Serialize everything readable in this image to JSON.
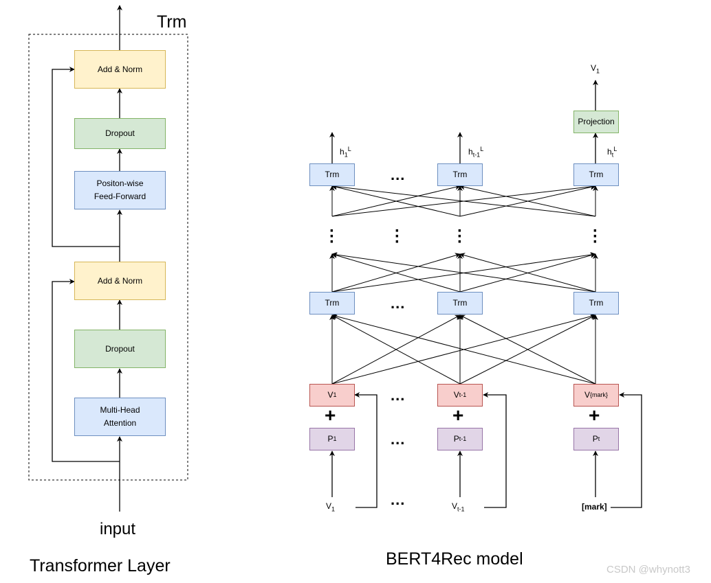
{
  "left": {
    "trm_label": "Trm",
    "title": "Transformer Layer",
    "input_label": "input",
    "boxes": {
      "add_norm_top": "Add & Norm",
      "dropout_top": "Dropout",
      "ffn_line1": "Positon-wise",
      "ffn_line2": "Feed-Forward",
      "add_norm_bottom": "Add & Norm",
      "dropout_bottom": "Dropout",
      "mha_line1": "Multi-Head",
      "mha_line2": "Attention"
    }
  },
  "right": {
    "title": "BERT4Rec model",
    "output_label": {
      "base": "V",
      "sub": "1"
    },
    "projection": "Projection",
    "trm": "Trm",
    "h_labels": [
      {
        "base": "h",
        "sub": "1",
        "sup": "L"
      },
      {
        "base": "h",
        "sub": "t-1",
        "sup": "L"
      },
      {
        "base": "h",
        "sub": "t",
        "sup": "L"
      }
    ],
    "emb_boxes": [
      {
        "base": "V",
        "sub": "1"
      },
      {
        "base": "V",
        "sub": "t-1"
      },
      {
        "base": "V",
        "sub": "{mark}"
      }
    ],
    "pos_boxes": [
      {
        "base": "P",
        "sub": "1"
      },
      {
        "base": "P",
        "sub": "t-1"
      },
      {
        "base": "P",
        "sub": "t"
      }
    ],
    "inputs": [
      {
        "base": "V",
        "sub": "1"
      },
      {
        "base": "V",
        "sub": "t-1"
      },
      {
        "text": "[mark]"
      }
    ],
    "ellipsis": "...",
    "plus": "+"
  },
  "watermark": "CSDN @whynott3"
}
